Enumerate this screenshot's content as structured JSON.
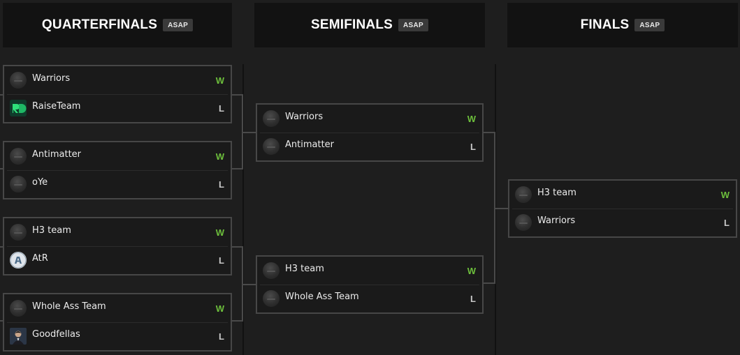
{
  "rounds": [
    {
      "title": "QUARTERFINALS",
      "badge": "ASAP"
    },
    {
      "title": "SEMIFINALS",
      "badge": "ASAP"
    },
    {
      "title": "FINALS",
      "badge": "ASAP"
    }
  ],
  "quarterfinals": [
    {
      "top": {
        "name": "Warriors",
        "result": "W",
        "logo": "default-team-icon"
      },
      "bottom": {
        "name": "RaiseTeam",
        "result": "L",
        "logo": "raiseteam-logo-icon"
      }
    },
    {
      "top": {
        "name": "Antimatter",
        "result": "W",
        "logo": "default-team-icon"
      },
      "bottom": {
        "name": "oYe",
        "result": "L",
        "logo": "default-team-icon"
      }
    },
    {
      "top": {
        "name": "H3 team",
        "result": "W",
        "logo": "default-team-icon"
      },
      "bottom": {
        "name": "AtR",
        "result": "L",
        "logo": "atr-logo-icon"
      }
    },
    {
      "top": {
        "name": "Whole Ass Team",
        "result": "W",
        "logo": "default-team-icon"
      },
      "bottom": {
        "name": "Goodfellas",
        "result": "L",
        "logo": "goodfellas-logo-icon"
      }
    }
  ],
  "semifinals": [
    {
      "top": {
        "name": "Warriors",
        "result": "W",
        "logo": "default-team-icon"
      },
      "bottom": {
        "name": "Antimatter",
        "result": "L",
        "logo": "default-team-icon"
      }
    },
    {
      "top": {
        "name": "H3 team",
        "result": "W",
        "logo": "default-team-icon"
      },
      "bottom": {
        "name": "Whole Ass Team",
        "result": "L",
        "logo": "default-team-icon"
      }
    }
  ],
  "finals": [
    {
      "top": {
        "name": "H3 team",
        "result": "W",
        "logo": "default-team-icon"
      },
      "bottom": {
        "name": "Warriors",
        "result": "L",
        "logo": "default-team-icon"
      }
    }
  ],
  "colors": {
    "background": "#1e1e1e",
    "header_background": "#121212",
    "match_border": "#474747",
    "win": "#6dbf3c",
    "loss": "#c8c8c8"
  }
}
